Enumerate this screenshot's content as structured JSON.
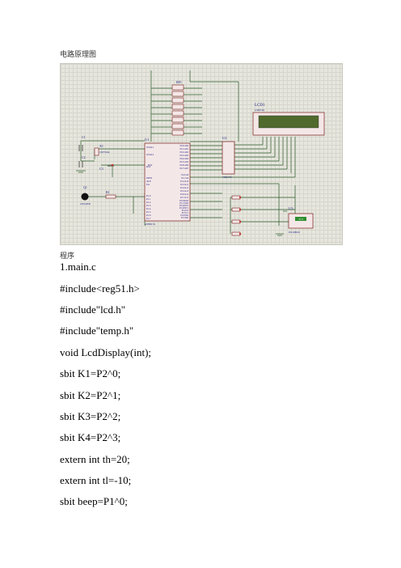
{
  "document": {
    "caption": "电路原理图",
    "program_heading": "程序",
    "schematic": {
      "labels": {
        "u1": "U1",
        "u2": "U2",
        "u3": "U3",
        "lcd": "LCD1",
        "lcd_model": "LM016L",
        "rp": "RP1",
        "c1": "C1",
        "c2": "C2",
        "c3": "C3",
        "x1": "X1",
        "crystal": "CRYSTAL",
        "q1": "Q1",
        "r1": "R1",
        "led": "LED-RED",
        "sensor": "DS18B20",
        "mcu": "AT89C51",
        "latch": "74HC573",
        "rst": "RST"
      },
      "u1_pins_left": [
        "XTAL1",
        "XTAL2",
        "RST",
        "PSEN",
        "ALE",
        "EA",
        "P1.0",
        "P1.1",
        "P1.2",
        "P1.3",
        "P1.4",
        "P1.5",
        "P1.6",
        "P1.7"
      ],
      "u1_pins_right": [
        "P0.0/AD0",
        "P0.1/AD1",
        "P0.2/AD2",
        "P0.3/AD3",
        "P0.4/AD4",
        "P0.5/AD5",
        "P0.6/AD6",
        "P0.7/AD7",
        "P2.0/A8",
        "P2.1/A9",
        "P2.2/A10",
        "P2.3/A11",
        "P2.4/A12",
        "P2.5/A13",
        "P2.6/A14",
        "P2.7/A15",
        "P3.0/RXD",
        "P3.1/TXD",
        "P3.2/INT0",
        "P3.3/INT1",
        "P3.4/T0",
        "P3.5/T1",
        "P3.6/WR",
        "P3.7/RD"
      ],
      "sensor_reading": "27.0"
    },
    "code": [
      "1.main.c",
      "#include<reg51.h>",
      "#include\"lcd.h\"",
      "#include\"temp.h\"",
      "void LcdDisplay(int);",
      "sbit K1=P2^0;",
      "sbit K2=P2^1;",
      "sbit K3=P2^2;",
      "sbit K4=P2^3;",
      "extern int th=20;",
      "extern int tl=-10;",
      "sbit beep=P1^0;"
    ],
    "colors": {
      "schematic_bg": "#e6e6de",
      "wire": "#2e5e2e",
      "chip_fill": "#f4e7e7",
      "chip_border": "#7a1f1f",
      "pin_label": "#1d1d80",
      "lcd_green": "#4f6a2c"
    }
  }
}
